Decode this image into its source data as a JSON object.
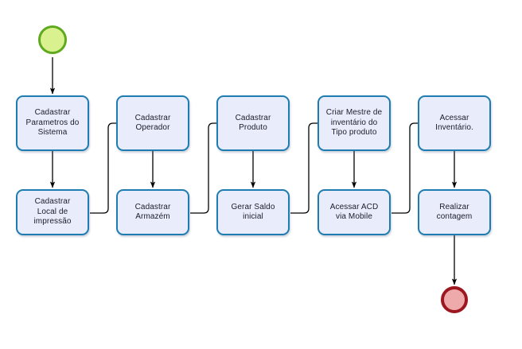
{
  "diagram": {
    "title": "Fluxo de Inventario",
    "background_color": "#ffffff",
    "node_fill_color": "#e9edfb",
    "node_border_color": "#1f7cb0",
    "text_color": "#1b1b2e",
    "start_fill_color": "#d9f28f",
    "start_border_color": "#5fa91e",
    "end_fill_color": "#eeaaaa",
    "end_border_color": "#9c1720",
    "edge_color": "#000000"
  },
  "nodes": {
    "start": {
      "label": "",
      "shape": "circle",
      "name": "start-node"
    },
    "end": {
      "label": "",
      "shape": "circle",
      "name": "end-node"
    },
    "n1": {
      "label": "Cadastrar\nParametros do\nSistema"
    },
    "n2": {
      "label": "Cadastrar\nLocal de\nimpressão"
    },
    "n3": {
      "label": "Cadastrar\nOperador"
    },
    "n4": {
      "label": "Cadastrar\nArmazém"
    },
    "n5": {
      "label": "Cadastrar\nProduto"
    },
    "n6": {
      "label": "Gerar Saldo\ninicial"
    },
    "n7": {
      "label": "Criar Mestre de\ninventário  do\nTipo produto"
    },
    "n8": {
      "label": "Acessar ACD\nvia Mobile"
    },
    "n9": {
      "label": "Acessar\nInventário."
    },
    "n10": {
      "label": "Realizar\ncontagem"
    }
  },
  "edges": [
    {
      "from": "start",
      "to": "n1",
      "type": "straight-down"
    },
    {
      "from": "n1",
      "to": "n2",
      "type": "straight-down"
    },
    {
      "from": "n2",
      "to": "n3",
      "type": "right-up-right"
    },
    {
      "from": "n3",
      "to": "n4",
      "type": "straight-down"
    },
    {
      "from": "n4",
      "to": "n5",
      "type": "right-up-right"
    },
    {
      "from": "n5",
      "to": "n6",
      "type": "straight-down"
    },
    {
      "from": "n6",
      "to": "n7",
      "type": "right-up-right"
    },
    {
      "from": "n7",
      "to": "n8",
      "type": "straight-down"
    },
    {
      "from": "n8",
      "to": "n9",
      "type": "right-up-right"
    },
    {
      "from": "n9",
      "to": "n10",
      "type": "straight-down"
    },
    {
      "from": "n10",
      "to": "end",
      "type": "straight-down"
    }
  ]
}
